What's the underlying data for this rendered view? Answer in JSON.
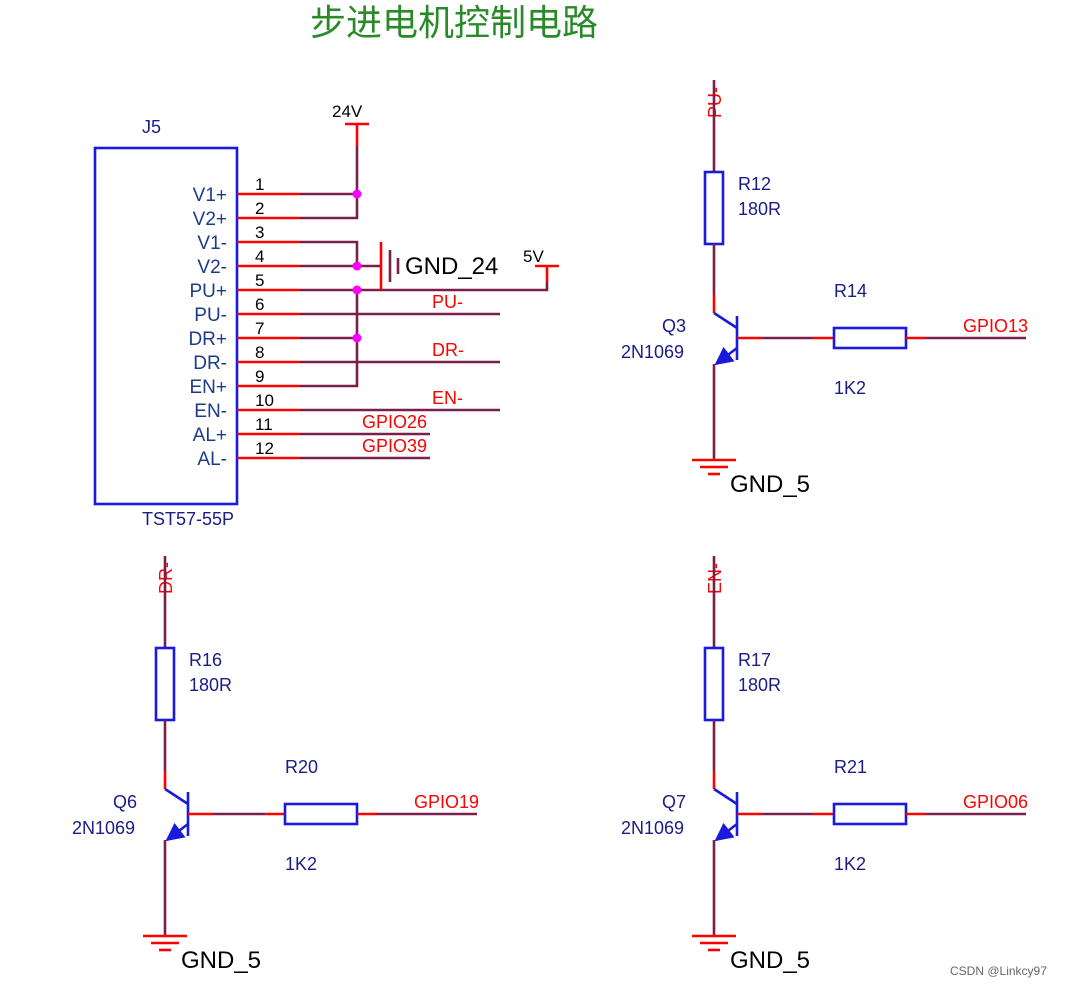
{
  "title": "步进电机控制电路",
  "watermark": "CSDN @Linkcy97",
  "connector": {
    "ref": "J5",
    "part": "TST57-55P",
    "pins": [
      {
        "num": "1",
        "label": "V1+"
      },
      {
        "num": "2",
        "label": "V2+"
      },
      {
        "num": "3",
        "label": "V1-"
      },
      {
        "num": "4",
        "label": "V2-"
      },
      {
        "num": "5",
        "label": "PU+"
      },
      {
        "num": "6",
        "label": "PU-"
      },
      {
        "num": "7",
        "label": "DR+"
      },
      {
        "num": "8",
        "label": "DR-"
      },
      {
        "num": "9",
        "label": "EN+"
      },
      {
        "num": "10",
        "label": "EN-"
      },
      {
        "num": "11",
        "label": "AL+"
      },
      {
        "num": "12",
        "label": "AL-"
      }
    ]
  },
  "nets": {
    "v24": "24V",
    "v5": "5V",
    "gnd24": "GND_24",
    "pu_minus": "PU-",
    "dr_minus": "DR-",
    "en_minus": "EN-",
    "gpio26": "GPIO26",
    "gpio39": "GPIO39"
  },
  "circuits": [
    {
      "net": "PU-",
      "r_ref": "R12",
      "r_val": "180R",
      "q_ref": "Q3",
      "q_part": "2N1069",
      "rb_ref": "R14",
      "rb_val": "1K2",
      "gpio": "GPIO13",
      "gnd": "GND_5"
    },
    {
      "net": "DR-",
      "r_ref": "R16",
      "r_val": "180R",
      "q_ref": "Q6",
      "q_part": "2N1069",
      "rb_ref": "R20",
      "rb_val": "1K2",
      "gpio": "GPIO19",
      "gnd": "GND_5"
    },
    {
      "net": "EN-",
      "r_ref": "R17",
      "r_val": "180R",
      "q_ref": "Q7",
      "q_part": "2N1069",
      "rb_ref": "R21",
      "rb_val": "1K2",
      "gpio": "GPIO06",
      "gnd": "GND_5"
    }
  ],
  "colors": {
    "wire": "#7a1f4a",
    "pin_wire": "#ff0000",
    "component": "#1a1adc",
    "junction": "#ff00ff",
    "title": "#2a8a2a"
  }
}
